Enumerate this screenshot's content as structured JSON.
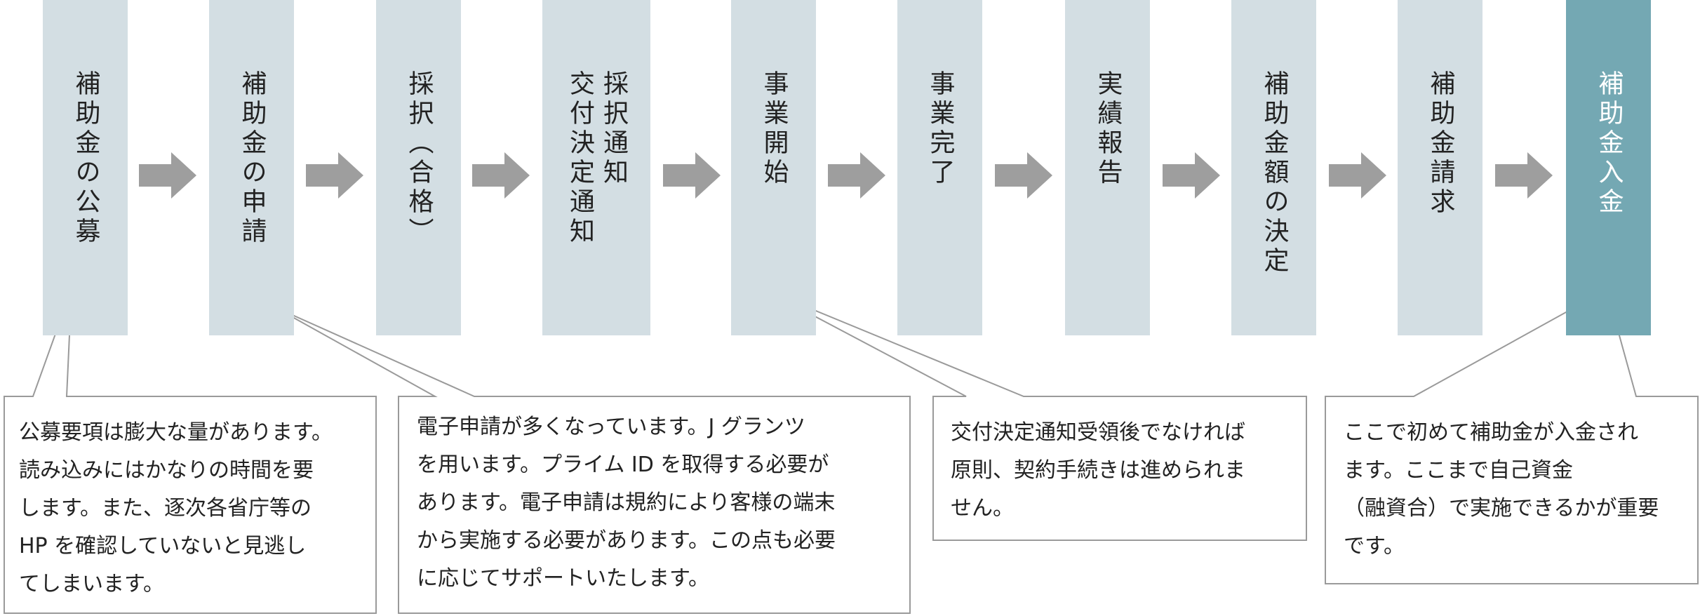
{
  "steps": [
    {
      "line1": "補助金の公募",
      "line2": ""
    },
    {
      "line1": "補助金の申請",
      "line2": ""
    },
    {
      "line1": "採択（合格）",
      "line2": ""
    },
    {
      "line1": "採択通知",
      "line2": "交付決定通知"
    },
    {
      "line1": "事業開始",
      "line2": ""
    },
    {
      "line1": "事業完了",
      "line2": ""
    },
    {
      "line1": "実績報告",
      "line2": ""
    },
    {
      "line1": "補助金額の決定",
      "line2": ""
    },
    {
      "line1": "補助金請求",
      "line2": ""
    },
    {
      "line1": "補助金入金",
      "line2": ""
    }
  ],
  "callouts": [
    {
      "lines": [
        "公募要項は膨大な量があります。",
        "読み込みにはかなりの時間を要",
        "します。また、逐次各省庁等の",
        "HP を確認していないと見逃し",
        "てしまいます。"
      ]
    },
    {
      "lines": [
        "電子申請が多くなっています。J グランツ",
        "を用います。プライム ID を取得する必要が",
        "あります。電子申請は規約により客様の端末",
        "から実施する必要があります。この点も必要",
        "に応じてサポートいたします。"
      ]
    },
    {
      "lines": [
        "交付決定通知受領後でなければ",
        "原則、契約手続きは進められま",
        "せん。"
      ]
    },
    {
      "lines": [
        "ここで初めて補助金が入金され",
        "ます。ここまで自己資金",
        "（融資合）で実施できるかが重要",
        "です。"
      ]
    }
  ],
  "colors": {
    "step_fill": "#d3dee3",
    "final_step_fill": "#74a8b3",
    "arrow": "#9e9e9e",
    "outline": "#9a9a9a"
  },
  "icons": {
    "arrow": "right-arrow-icon"
  }
}
